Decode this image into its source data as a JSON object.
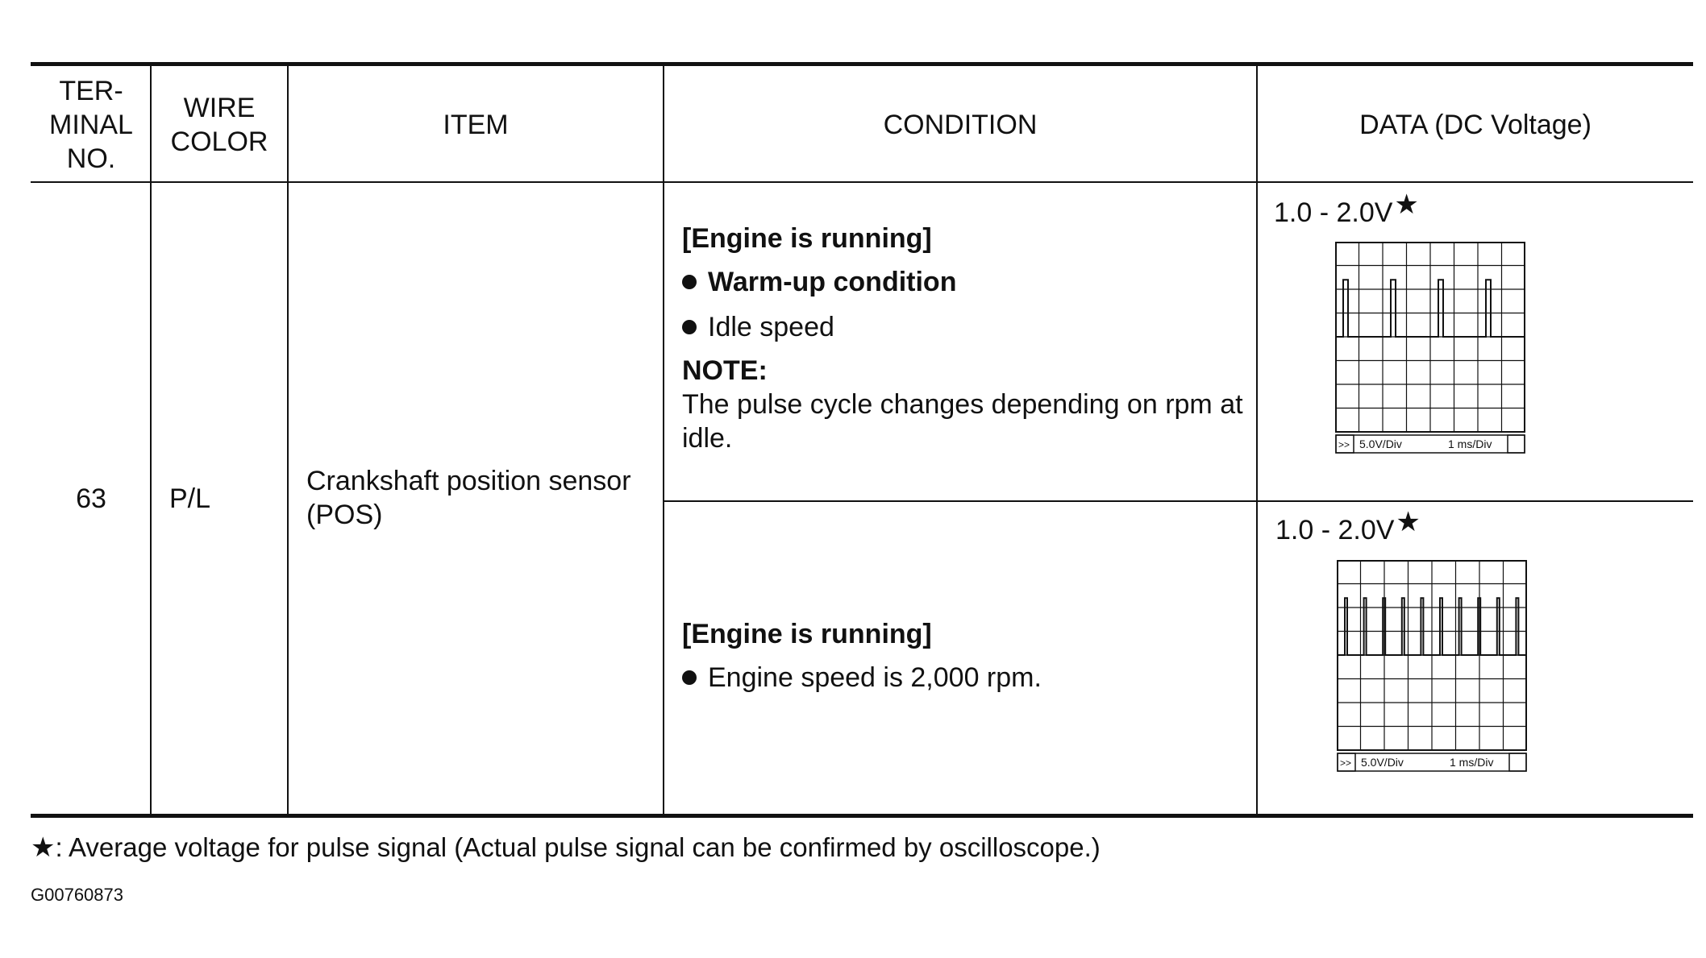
{
  "table": {
    "headers": {
      "terminal": [
        "TER-",
        "MINAL",
        "NO."
      ],
      "wire_color": [
        "WIRE",
        "COLOR"
      ],
      "item": "ITEM",
      "condition": "CONDITION",
      "data": "DATA (DC Voltage)"
    },
    "row": {
      "terminal_no": "63",
      "wire_color": "P/L",
      "item": [
        "Crankshaft position sensor",
        "(POS)"
      ],
      "conditions": [
        {
          "heading": "[Engine is running]",
          "bullets": [
            {
              "text": "Warm-up condition",
              "bold": true
            },
            {
              "text": "Idle speed",
              "bold": false
            }
          ],
          "note_label": "NOTE:",
          "note_text": [
            "The pulse cycle changes depending on rpm at",
            "idle."
          ],
          "voltage": "1.0 - 2.0V",
          "star": "★",
          "scope": {
            "prefix": ">>",
            "volt_div": "5.0V/Div",
            "time_div": "1 ms/Div",
            "pulses_per_screen": 4
          }
        },
        {
          "heading": "[Engine is running]",
          "bullets": [
            {
              "text": "Engine speed is 2,000 rpm.",
              "bold": false
            }
          ],
          "voltage": "1.0 - 2.0V",
          "star": "★",
          "scope": {
            "prefix": ">>",
            "volt_div": "5.0V/Div",
            "time_div": "1 ms/Div",
            "pulses_per_screen": 10
          }
        }
      ]
    }
  },
  "footnote": {
    "star": "★",
    "text": ": Average voltage for pulse signal (Actual pulse signal can be confirmed by oscilloscope.)"
  },
  "figure_id": "G00760873"
}
